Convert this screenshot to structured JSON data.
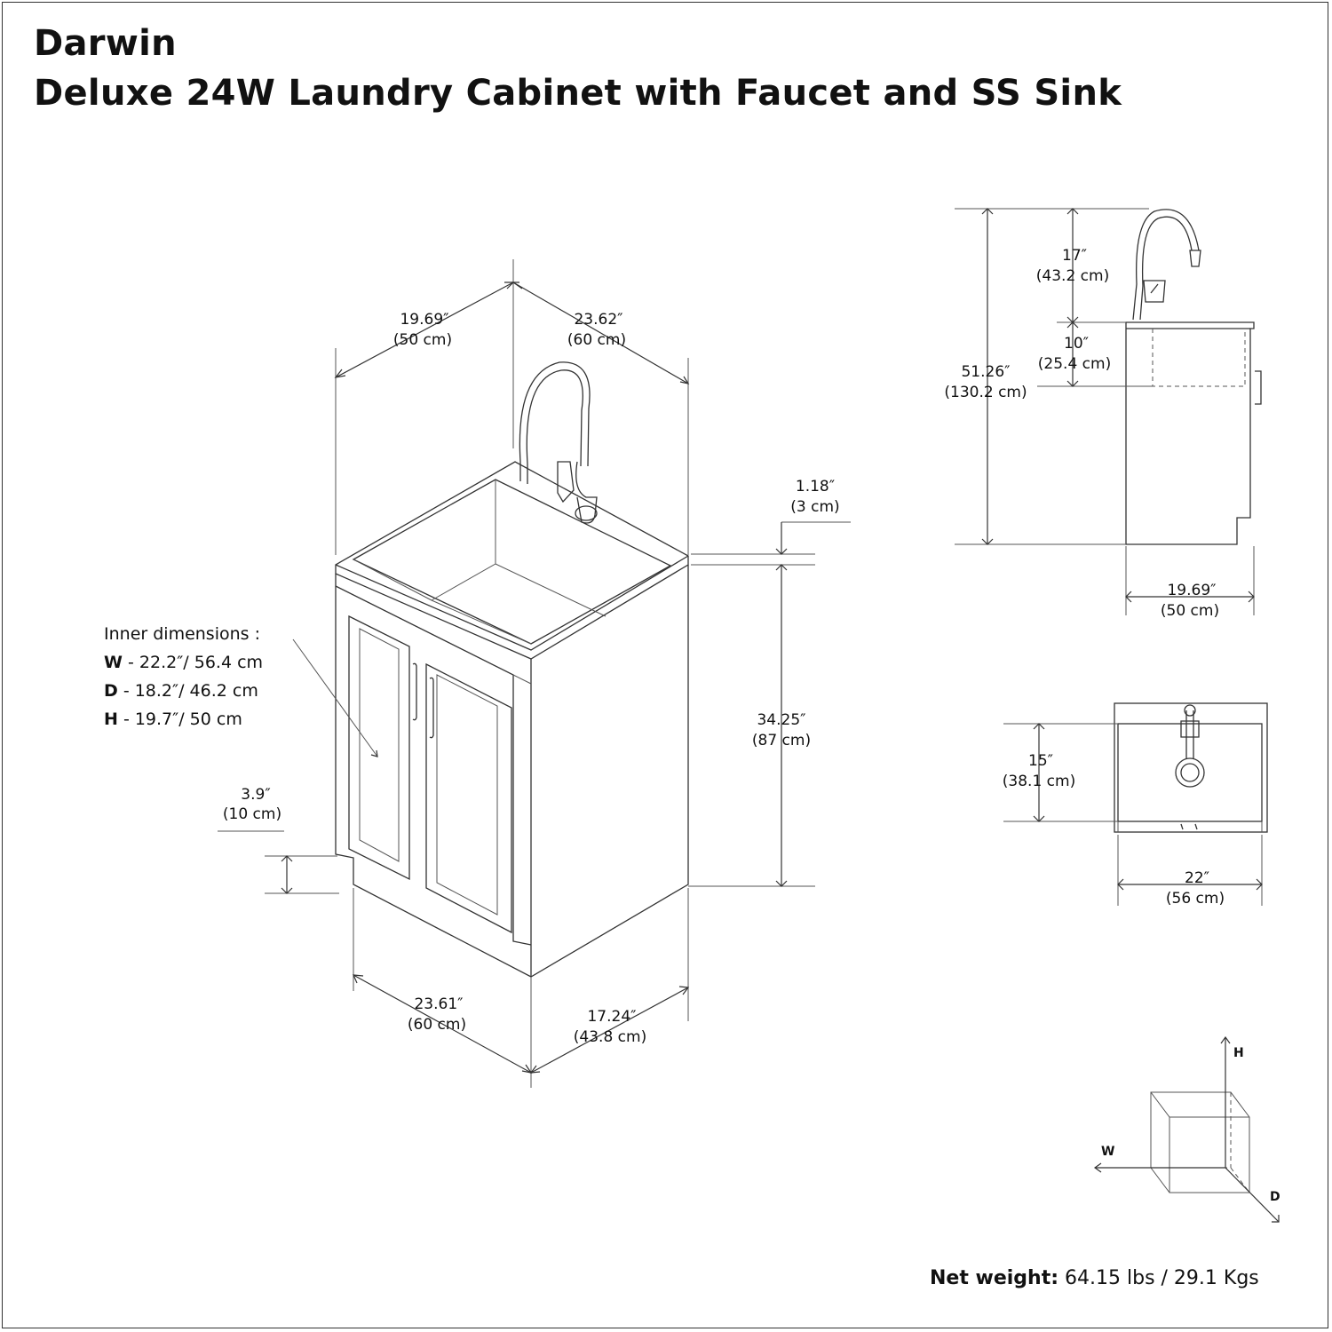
{
  "title": {
    "brand": "Darwin",
    "product": "Deluxe 24W Laundry Cabinet with Faucet and SS Sink"
  },
  "dimensions": {
    "top_depth": {
      "in": "19.69″",
      "cm": "(50 cm)"
    },
    "top_width": {
      "in": "23.62″",
      "cm": "(60 cm)"
    },
    "countertop": {
      "in": "1.18″",
      "cm": "(3 cm)"
    },
    "cabinet_height": {
      "in": "34.25″",
      "cm": "(87 cm)"
    },
    "toe_kick": {
      "in": "3.9″",
      "cm": "(10 cm)"
    },
    "base_width": {
      "in": "23.61″",
      "cm": "(60 cm)"
    },
    "base_depth": {
      "in": "17.24″",
      "cm": "(43.8 cm)"
    },
    "faucet_height": {
      "in": "17″",
      "cm": "(43.2 cm)"
    },
    "sink_depth": {
      "in": "10″",
      "cm": "(25.4 cm)"
    },
    "total_height": {
      "in": "51.26″",
      "cm": "(130.2 cm)"
    },
    "side_depth": {
      "in": "19.69″",
      "cm": "(50 cm)"
    },
    "sink_front_back": {
      "in": "15″",
      "cm": "(38.1 cm)"
    },
    "sink_width": {
      "in": "22″",
      "cm": "(56 cm)"
    }
  },
  "inner": {
    "heading": "Inner dimensions   :",
    "w_key": "W",
    "w_val": " - 22.2″/ 56.4 cm",
    "d_key": "D",
    "d_val": " - 18.2″/ 46.2 cm",
    "h_key": "H",
    "h_val": " - 19.7″/ 50 cm"
  },
  "axes": {
    "h": "H",
    "w": "W",
    "d": "D"
  },
  "weight": {
    "label": "Net weight:",
    "value": " 64.15 lbs / 29.1 Kgs"
  }
}
